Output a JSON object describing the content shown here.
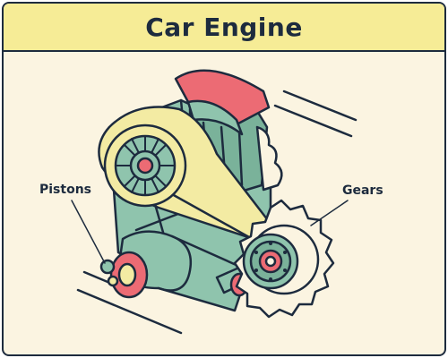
{
  "title": "Car Engine",
  "labels": {
    "pistons": "Pistons",
    "gears": "Gears"
  },
  "colors": {
    "background": "#fbf4e1",
    "header": "#f6ec96",
    "outline": "#1d2b3e",
    "engine_green": "#8fc4ad",
    "belt_yellow": "#f3eba3",
    "cap_red": "#ec6b74",
    "gear_cream": "#fbf4e1"
  }
}
